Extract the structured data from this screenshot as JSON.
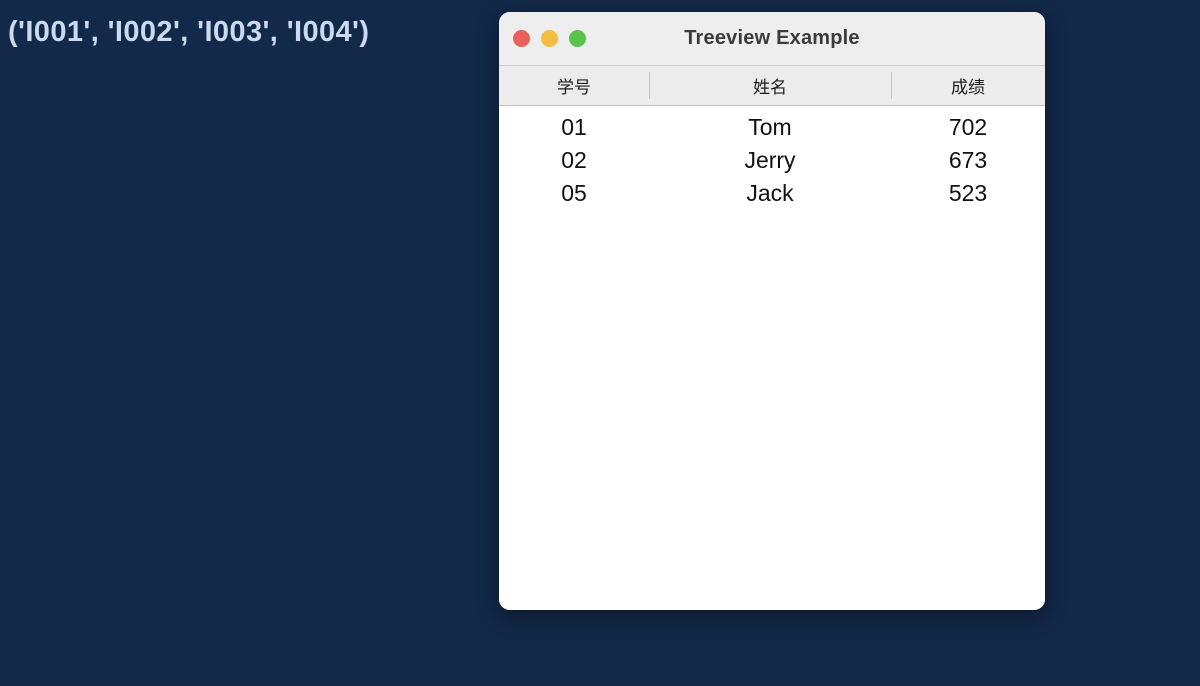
{
  "console": {
    "output": "('I001', 'I002', 'I003', 'I004')"
  },
  "window": {
    "title": "Treeview Example",
    "traffic_lights": [
      {
        "name": "close",
        "color": "#e8615a"
      },
      {
        "name": "minimize",
        "color": "#f2bd42"
      },
      {
        "name": "maximize",
        "color": "#58c44c"
      }
    ]
  },
  "treeview": {
    "columns": [
      {
        "key": "id",
        "label": "学号"
      },
      {
        "key": "name",
        "label": "姓名"
      },
      {
        "key": "score",
        "label": "成绩"
      }
    ],
    "rows": [
      {
        "id": "01",
        "name": "Tom",
        "score": "702"
      },
      {
        "id": "02",
        "name": "Jerry",
        "score": "673"
      },
      {
        "id": "05",
        "name": "Jack",
        "score": "523"
      }
    ]
  },
  "colors": {
    "desktop_background": "#13294a",
    "console_text": "#ccd9ee",
    "titlebar": "#eeeeee",
    "header": "#ececec",
    "body": "#ffffff"
  }
}
